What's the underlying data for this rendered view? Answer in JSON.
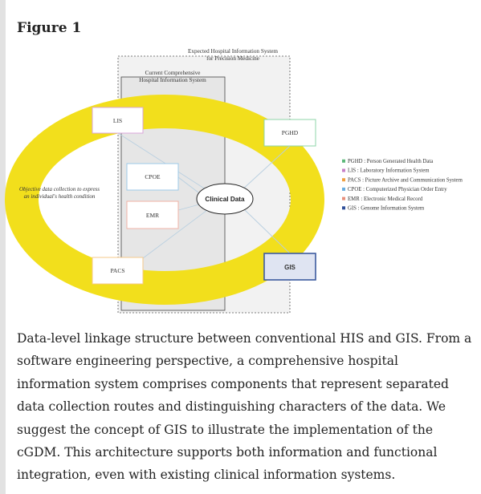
{
  "figure": {
    "title": "Figure 1",
    "caption": "Data-level linkage structure between conventional HIS and GIS. From a software engineering perspective, a comprehensive hospital information system comprises components that represent separated data collection routes and distinguishing characters of the data. We suggest the concept of GIS to illustrate the implementation of the cGDM. This architecture supports both information and functional integration, even with existing clinical information systems."
  },
  "diagram": {
    "expected_system_label": [
      "Expected Hospital Information System",
      "for Precision Medicine"
    ],
    "current_system_label": [
      "Current Comprehensive",
      "Hospital Information System"
    ],
    "objective_label": [
      "Objective data collection to express",
      "an individual's health condition"
    ],
    "center": "Clinical Data",
    "nodes": {
      "lis": "LIS",
      "cpoe": "CPOE",
      "emr": "EMR",
      "pacs": "PACS",
      "pghd": "PGHD",
      "gis": "GIS"
    },
    "colors": {
      "ring": "#f2df1c",
      "lis": "#d9a6d9",
      "cpoe": "#9cc9e8",
      "emr": "#f0b3a6",
      "pacs": "#f5c98a",
      "pghd": "#8fd4a8",
      "gis": "#3c5a9e",
      "gis_fill": "#dfe4f2",
      "connector": "#b8cfe0"
    },
    "legend": [
      {
        "text": "PGHD : Person Generated Health Data",
        "color": "#5cb87a"
      },
      {
        "text": "LIS : Laboratory Information System",
        "color": "#c77fc7"
      },
      {
        "text": "PACS : Picture Archive and Communication System",
        "color": "#f0a040"
      },
      {
        "text": "CPOE : Computerized Physician Order Entry",
        "color": "#6aaee0"
      },
      {
        "text": "EMR : Electronic Medical Record",
        "color": "#e88f7c"
      },
      {
        "text": "GIS : Genome Information System",
        "color": "#2f4f99"
      }
    ]
  }
}
